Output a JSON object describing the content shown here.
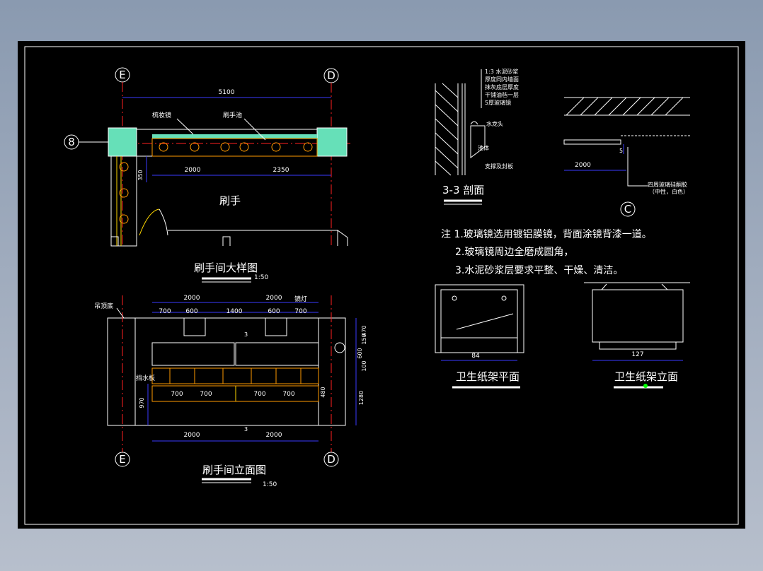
{
  "colors": {
    "background": "#000000",
    "lines": "#ffffff",
    "dimensions": "#3a3aff",
    "axis": "#ff2020",
    "fill_accent": "#66e0b8",
    "sink_holes": "#ff7a00"
  },
  "plan": {
    "axis_left": "E",
    "axis_right": "D",
    "axis_row": "8",
    "dim_total": "5100",
    "label_mirror": "梳妆镜",
    "label_sink": "刷手池",
    "dim_a": "2000",
    "dim_b": "2350",
    "dim_side": "350",
    "room_label": "刷手",
    "title": "刷手间大样图",
    "scale": "1:50"
  },
  "elevation": {
    "top_dim_left": "2000",
    "top_dim_right": "2000",
    "label_mirror_light": "镜灯",
    "label_ceiling": "吊顶底",
    "label_splash": "挡水板",
    "seg_700a": "700",
    "seg_600a": "600",
    "seg_1400": "1400",
    "seg_600b": "600",
    "seg_700b": "700",
    "lower_700_1": "700",
    "lower_700_2": "700",
    "lower_700_3": "700",
    "lower_700_4": "700",
    "right_470": "470",
    "right_150": "150",
    "right_600": "600",
    "right_100": "100",
    "right_480": "480",
    "right_1280": "1280",
    "left_970": "970",
    "bottom_dim_left": "2000",
    "bottom_dim_right": "2000",
    "mark_3a": "3",
    "mark_3b": "3",
    "axis_left": "E",
    "axis_right": "D",
    "title": "刷手间立面图",
    "scale": "1:50"
  },
  "section": {
    "layer_1": "1:3 水泥砂浆",
    "layer_2": "厚度同内墙面",
    "layer_3": "抹灰底层厚度",
    "layer_4": "干铺油毡一层",
    "layer_5": "5厚玻璃镜",
    "label_faucet": "水龙头",
    "label_basin": "池体",
    "label_support": "支撑及封板",
    "title": "3-3 剖面"
  },
  "detail_c": {
    "dim": "2000",
    "dim_small": "5",
    "label_1": "四周玻璃硅酮胶",
    "label_2": "（中性，白色）",
    "marker": "C"
  },
  "notes": {
    "line_1": "注 1.玻璃镜选用镀铝膜镜，背面涂镜背漆一道。",
    "line_2": "2.玻璃镜周边全磨成圆角，",
    "line_3": "3.水泥砂浆层要求平整、干燥、清洁。"
  },
  "paper_holder_plan": {
    "dim": "84",
    "title": "卫生纸架平面"
  },
  "paper_holder_elev": {
    "dim": "127",
    "title": "卫生纸架立面"
  }
}
